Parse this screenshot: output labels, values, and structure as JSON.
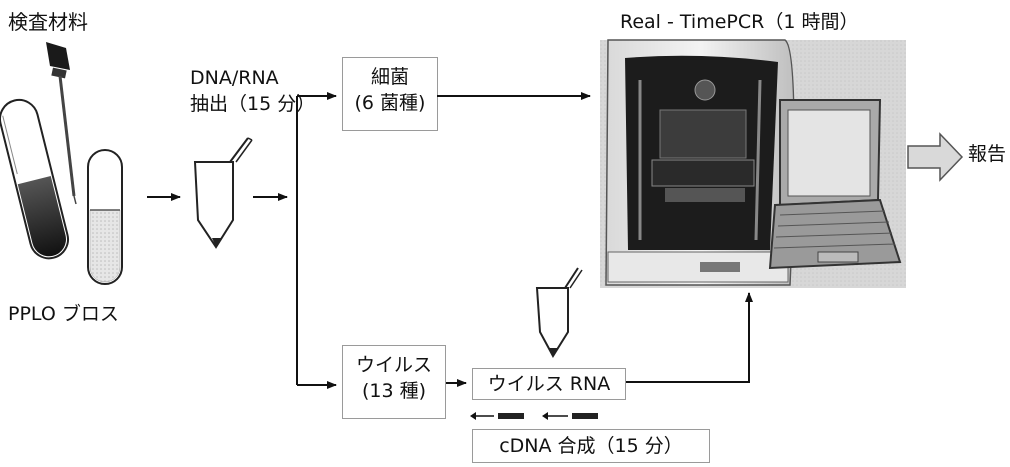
{
  "labels": {
    "specimen": "検査材料",
    "broth": "PPLO ブロス",
    "extract_line1": "DNA/RNA",
    "extract_line2": "抽出（15 分）",
    "realtime_title": "Real - TimePCR（1 時間）",
    "report": "報告"
  },
  "boxes": {
    "bacteria_line1": "細菌",
    "bacteria_line2": "(6 菌種)",
    "virus_line1": "ウイルス",
    "virus_line2": "(13 種)",
    "virus_rna": "ウイルス RNA",
    "cdna": "cDNA 合成（15 分）"
  },
  "colors": {
    "line": "#111111",
    "box_border": "#9a9a9a"
  }
}
